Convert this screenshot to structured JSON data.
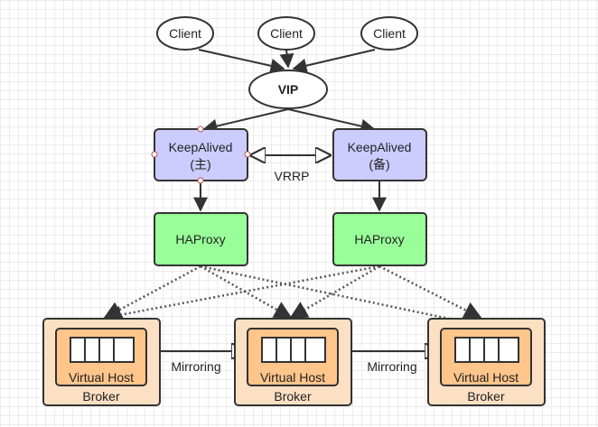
{
  "clients": [
    {
      "label": "Client"
    },
    {
      "label": "Client"
    },
    {
      "label": "Client"
    }
  ],
  "vip": {
    "label": "VIP"
  },
  "keepalived": [
    {
      "line1": "KeepAlived",
      "line2": "(主)"
    },
    {
      "line1": "KeepAlived",
      "line2": "(备)"
    }
  ],
  "vrrp": {
    "label": "VRRP"
  },
  "haproxy": [
    {
      "label": "HAProxy"
    },
    {
      "label": "HAProxy"
    }
  ],
  "brokers": [
    {
      "vhost": "Virtual Host",
      "label": "Broker"
    },
    {
      "vhost": "Virtual Host",
      "label": "Broker"
    },
    {
      "vhost": "Virtual Host",
      "label": "Broker"
    }
  ],
  "mirroring": [
    {
      "label": "Mirroring"
    },
    {
      "label": "Mirroring"
    }
  ],
  "colors": {
    "client_fill": "#ffffff",
    "keepalived_fill": "#ccccff",
    "haproxy_fill": "#99ff99",
    "broker_outer_fill": "#fbe0c4",
    "broker_inner_fill": "#ffc58a",
    "stroke": "#333333",
    "handle": "#c0504d"
  }
}
